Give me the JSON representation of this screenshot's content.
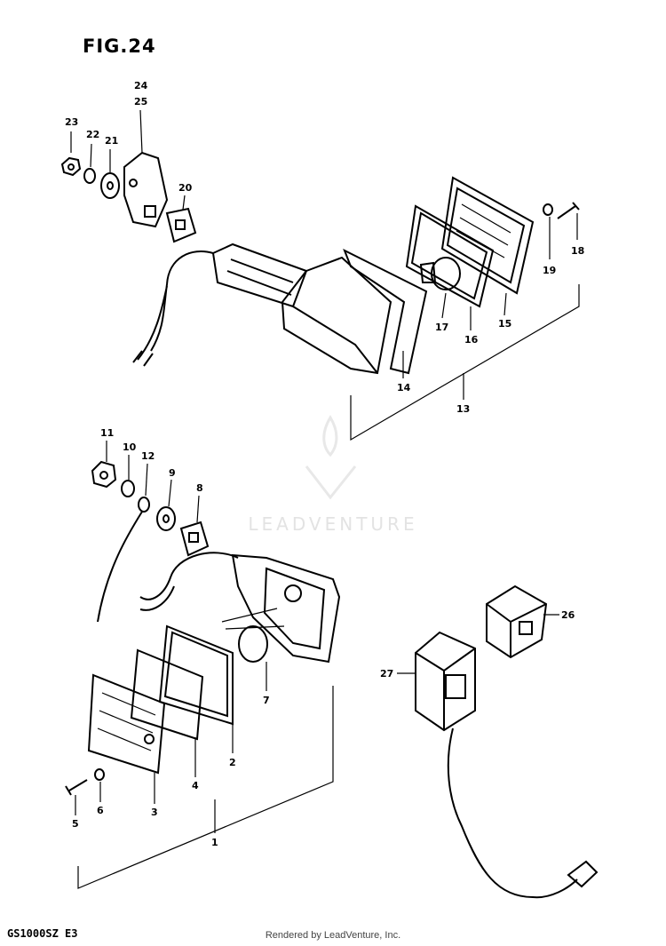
{
  "figure": {
    "title": "FIG.24",
    "model": "GS1000SZ  E3"
  },
  "watermark": {
    "text": "LEADVENTURE"
  },
  "footer": {
    "rendered_by": "Rendered by LeadVenture, Inc."
  },
  "callouts": {
    "c1": "1",
    "c2": "2",
    "c3": "3",
    "c4": "4",
    "c5": "5",
    "c6": "6",
    "c7": "7",
    "c8": "8",
    "c9": "9",
    "c10": "10",
    "c11": "11",
    "c12": "12",
    "c13": "13",
    "c14": "14",
    "c15": "15",
    "c16": "16",
    "c17": "17",
    "c18": "18",
    "c19": "19",
    "c20": "20",
    "c21": "21",
    "c22": "22",
    "c23": "23",
    "c24": "24",
    "c25": "25",
    "c26": "26",
    "c27": "27"
  }
}
